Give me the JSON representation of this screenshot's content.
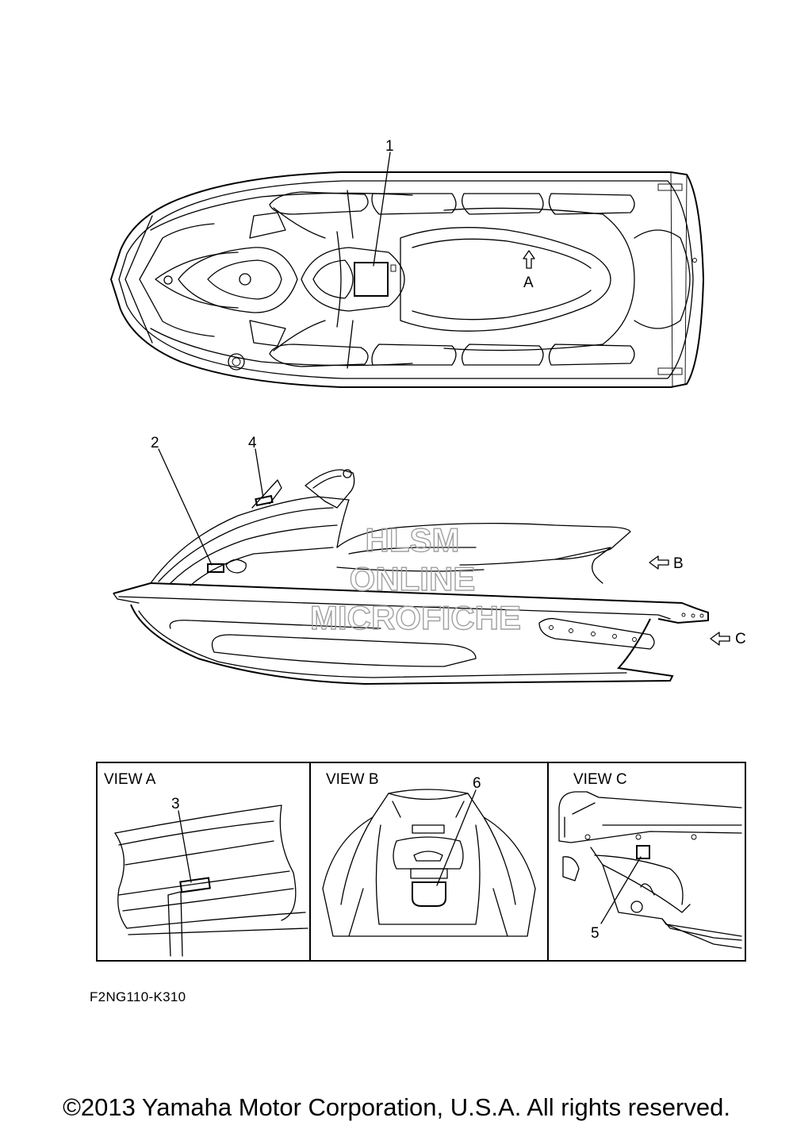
{
  "callouts": [
    "1",
    "2",
    "3",
    "4",
    "5",
    "6"
  ],
  "arrow_labels": {
    "a": "A",
    "b": "B",
    "c": "C"
  },
  "views": {
    "a": "VIEW A",
    "b": "VIEW B",
    "c": "VIEW C"
  },
  "watermark": [
    "HLSM",
    "ONLINE",
    "MICROFICHE"
  ],
  "diagram_code": "F2NG110-K310",
  "copyright": "©2013 Yamaha Motor Corporation, U.S.A. All rights reserved."
}
